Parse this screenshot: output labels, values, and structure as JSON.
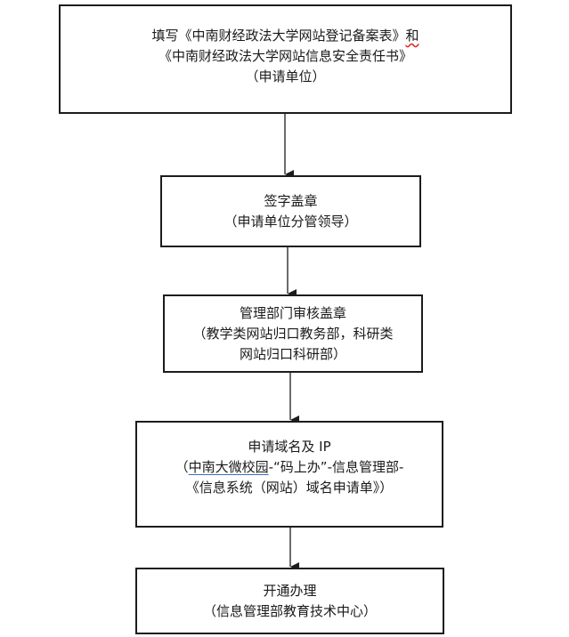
{
  "flowchart": {
    "steps": [
      {
        "title_prefix": "填写《中南财经政法大学网站登记备案表》",
        "title_suffix": "和",
        "line2": "《中南财经政法大学网站信息安全责任书》",
        "line3": "（申请单位）"
      },
      {
        "title": "签字盖章",
        "line2": "（申请单位分管领导）"
      },
      {
        "title": "管理部门审核盖章",
        "line2": "（教学类网站归口教务部，科研类",
        "line3": "网站归口科研部）"
      },
      {
        "title": "申请域名及 IP",
        "line2_open": "（",
        "line2_link": "中南大微校园",
        "line2_rest": "-“码上办”-信息管理部-",
        "line3": "《信息系统（网站）域名申请单》）"
      },
      {
        "title": "开通办理",
        "line2": "（信息管理部教育技术中心）"
      }
    ],
    "colors": {
      "border": "#1c1c1c",
      "arrow": "#1c1c1c",
      "spellcheck": "#dd2222",
      "link_underline": "#3a6fc9"
    }
  }
}
